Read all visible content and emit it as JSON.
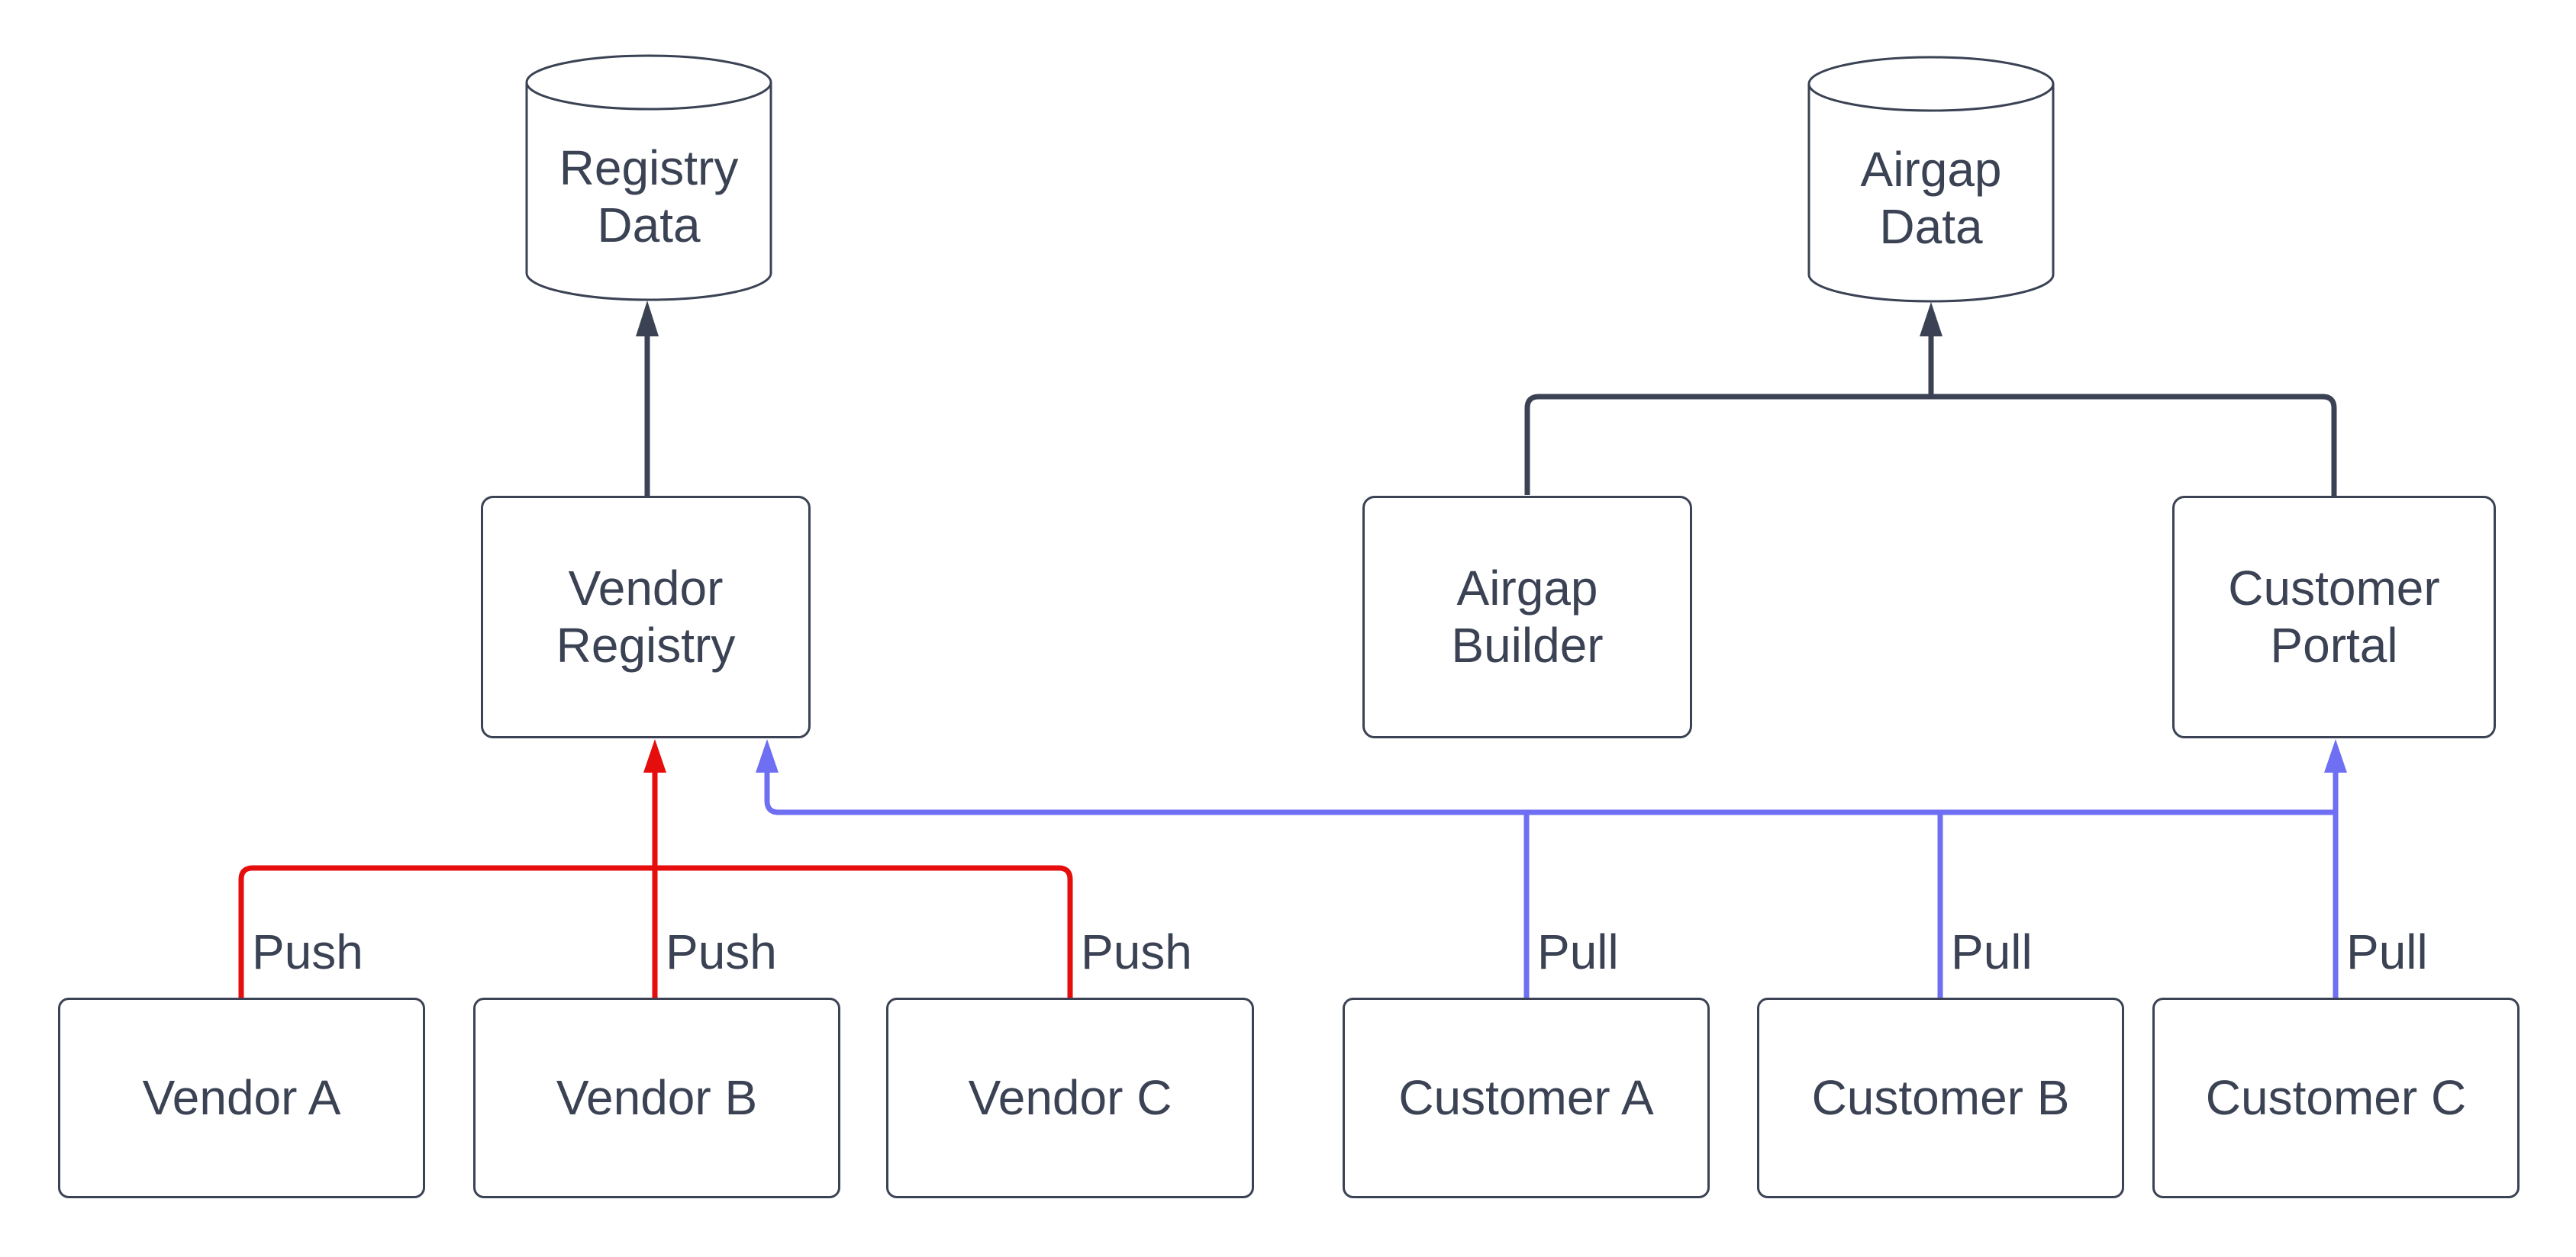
{
  "colors": {
    "dark": "#3a4254",
    "red": "#e60d0d",
    "blue": "#6f6ff3",
    "background": "#ffffff"
  },
  "nodes": {
    "registry_data": {
      "shape": "cylinder",
      "line1": "Registry",
      "line2": "Data"
    },
    "airgap_data": {
      "shape": "cylinder",
      "line1": "Airgap",
      "line2": "Data"
    },
    "vendor_registry": {
      "shape": "box",
      "line1": "Vendor",
      "line2": "Registry"
    },
    "airgap_builder": {
      "shape": "box",
      "line1": "Airgap",
      "line2": "Builder"
    },
    "customer_portal": {
      "shape": "box",
      "line1": "Customer",
      "line2": "Portal"
    },
    "vendor_a": {
      "shape": "box",
      "label": "Vendor A"
    },
    "vendor_b": {
      "shape": "box",
      "label": "Vendor B"
    },
    "vendor_c": {
      "shape": "box",
      "label": "Vendor C"
    },
    "customer_a": {
      "shape": "box",
      "label": "Customer A"
    },
    "customer_b": {
      "shape": "box",
      "label": "Customer B"
    },
    "customer_c": {
      "shape": "box",
      "label": "Customer C"
    }
  },
  "edge_labels": {
    "push_vendor_a": "Push",
    "push_vendor_b": "Push",
    "push_vendor_c": "Push",
    "pull_customer_a": "Pull",
    "pull_customer_b": "Pull",
    "pull_customer_c": "Pull"
  }
}
